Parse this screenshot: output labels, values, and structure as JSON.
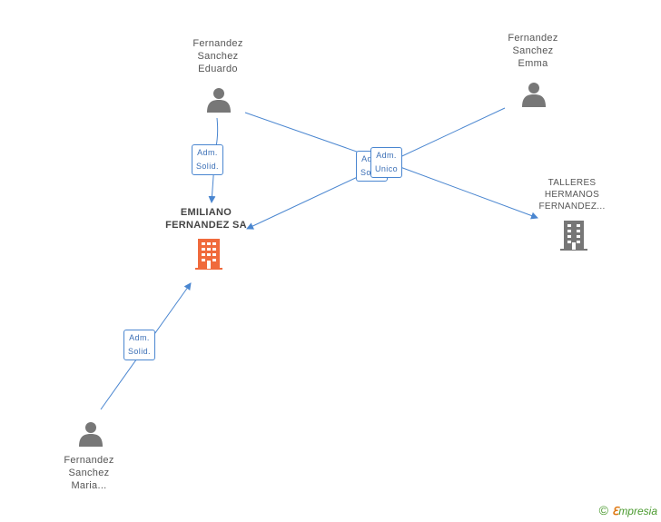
{
  "nodes": {
    "person_eduardo": [
      "Fernandez",
      "Sanchez",
      "Eduardo"
    ],
    "person_emma": [
      "Fernandez",
      "Sanchez",
      "Emma"
    ],
    "person_maria": [
      "Fernandez",
      "Sanchez",
      "Maria..."
    ],
    "company_emiliano": [
      "EMILIANO",
      "FERNANDEZ SA"
    ],
    "company_talleres": [
      "TALLERES",
      "HERMANOS",
      "FERNANDEZ..."
    ]
  },
  "edges": {
    "eduardo_to_emiliano": [
      "Adm.",
      "Solid."
    ],
    "maria_to_emiliano": [
      "Adm.",
      "Solid."
    ],
    "emma_to_emiliano": [
      "Adm.",
      "Solid."
    ],
    "eduardo_to_talleres": [
      "Adm.",
      "Unico"
    ]
  },
  "colors": {
    "edge": "#4a86d0",
    "person_icon": "#777777",
    "company_main": "#f06a3c",
    "company_other": "#777777"
  },
  "icons": {
    "person": "person-icon",
    "company": "building-icon"
  },
  "brand": {
    "copyright": "©",
    "e_letter": "ℇ",
    "rest": "mpresia"
  }
}
